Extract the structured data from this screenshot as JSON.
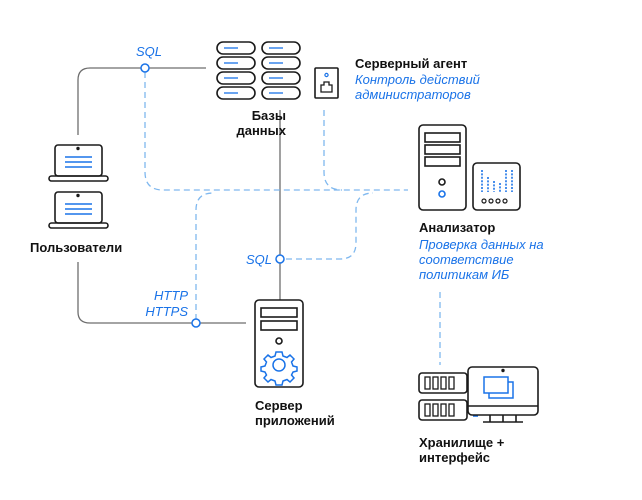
{
  "colors": {
    "accent": "#1a73e8",
    "dashed_line": "#7fb8ef",
    "solid_line": "#6e6e6e",
    "icon_stroke": "#1b1b1b"
  },
  "nodes": {
    "users": {
      "title": "Пользователи",
      "icon": "laptop-icon"
    },
    "databases": {
      "title_line1": "Базы",
      "title_line2": "данных",
      "icon": "database-server-icon"
    },
    "agent": {
      "title": "Серверный агент",
      "desc_line1": "Контроль действий",
      "desc_line2": "администраторов",
      "icon": "agent-module-icon"
    },
    "analyzer": {
      "title": "Анализатор",
      "desc_line1": "Проверка данных на",
      "desc_line2": "соответствие",
      "desc_line3": "политикам ИБ",
      "icon": "analyzer-server-icon"
    },
    "app_server": {
      "title_line1": "Сервер",
      "title_line2": "приложений",
      "icon": "app-server-gear-icon"
    },
    "storage": {
      "title_line1": "Хранилище +",
      "title_line2": "интерфейс",
      "icon": "storage-monitor-icon"
    }
  },
  "connections": {
    "sql_top": "SQL",
    "sql_middle": "SQL",
    "http": "HTTP",
    "https": "HTTPS"
  }
}
